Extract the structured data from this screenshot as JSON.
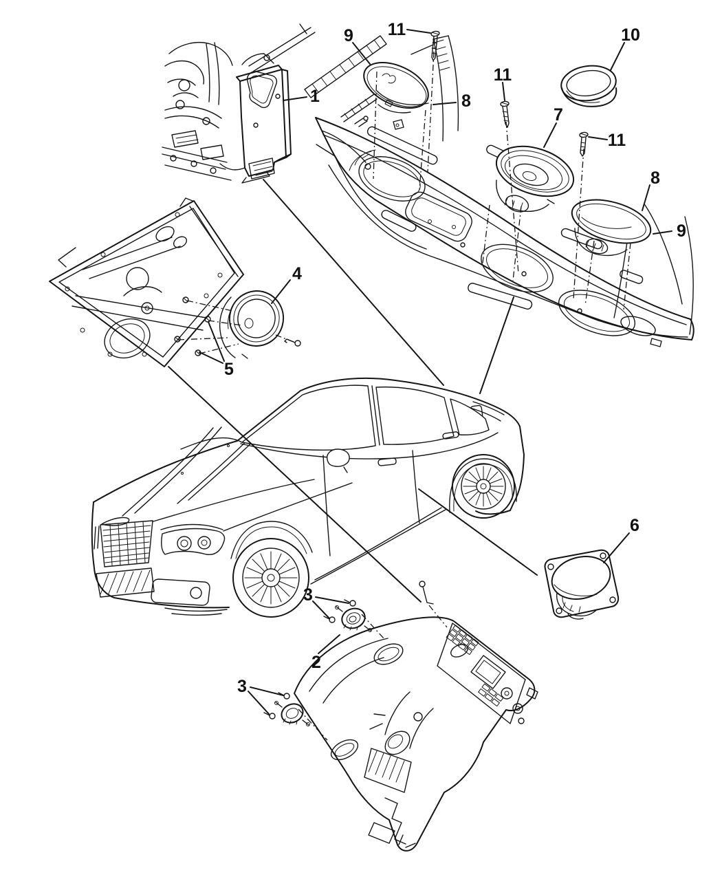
{
  "artwork": {
    "background_color": "#ffffff",
    "line_color": "#151515"
  },
  "callouts": {
    "list": [
      {
        "label": "1",
        "part": "amplifier"
      },
      {
        "label": "9",
        "part": "oval-speaker-grille-top"
      },
      {
        "label": "11",
        "part": "mounting-screw"
      },
      {
        "label": "10",
        "part": "speaker-trim-ring"
      },
      {
        "label": "11",
        "part": "mounting-screw"
      },
      {
        "label": "7",
        "part": "round-rear-shelf-speaker"
      },
      {
        "label": "11",
        "part": "mounting-screw"
      },
      {
        "label": "8",
        "part": "oval-speaker"
      },
      {
        "label": "8",
        "part": "oval-speaker"
      },
      {
        "label": "9",
        "part": "speaker-basket"
      },
      {
        "label": "4",
        "part": "front-door-speaker"
      },
      {
        "label": "5",
        "part": "door-speaker-screws"
      },
      {
        "label": "6",
        "part": "rear-door-speaker"
      },
      {
        "label": "3",
        "part": "tweeter-screws"
      },
      {
        "label": "2",
        "part": "instrument-panel-tweeter"
      },
      {
        "label": "3",
        "part": "tweeter-screws"
      }
    ]
  }
}
